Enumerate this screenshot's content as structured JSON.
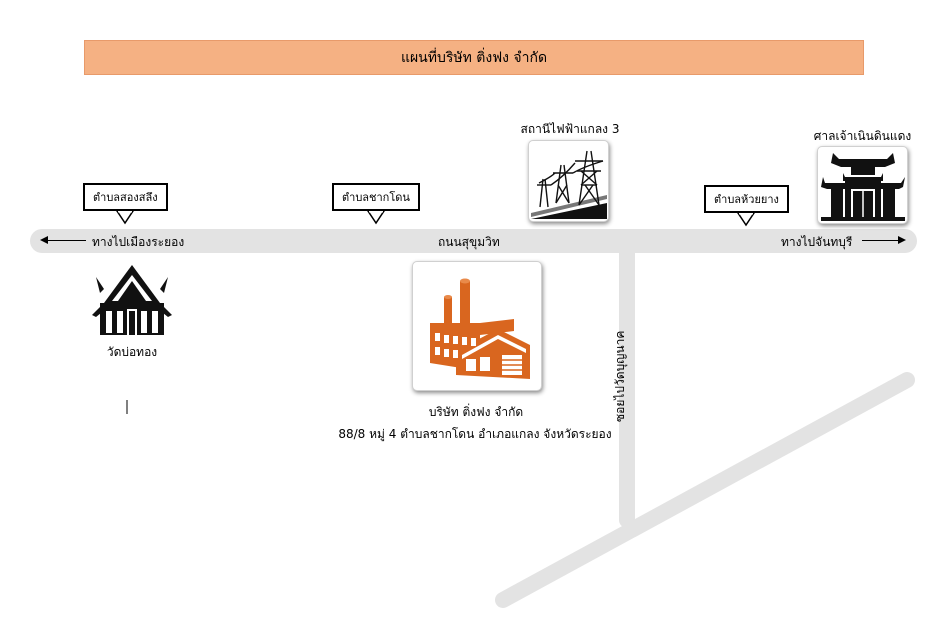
{
  "title": "แผนที่บริษัท ติ่งฟง จำกัด",
  "roads": {
    "main_road": "ถนนสุขุมวิท",
    "to_left": "ทางไปเมืองระยอง",
    "to_right": "ทางไปจันทบุรี",
    "side_road": "ซอยไปวัดบุญนาค"
  },
  "callouts": {
    "song_salueng": "ตำบลสองสลึง",
    "chak_don": "ตำบลชากโดน",
    "huai_yang": "ตำบลห้วยยาง"
  },
  "places": {
    "power_station": "สถานีไฟฟ้าแกลง 3",
    "shrine": "ศาลเจ้าเนินดินแดง",
    "temple": "วัดบ่อทอง",
    "company_name": "บริษัท ติ่งฟง จำกัด",
    "company_address": "88/8 หมู่ 4 ตำบลชากโดน อำเภอแกลง จังหวัดระยอง"
  },
  "icons": {
    "power_station": "power-tower-icon",
    "shrine": "chinese-gate-icon",
    "temple": "thai-temple-icon",
    "factory": "factory-icon"
  },
  "colors": {
    "title_bg": "#f5b183",
    "road": "#e3e3e3",
    "factory": "#d9661f"
  }
}
